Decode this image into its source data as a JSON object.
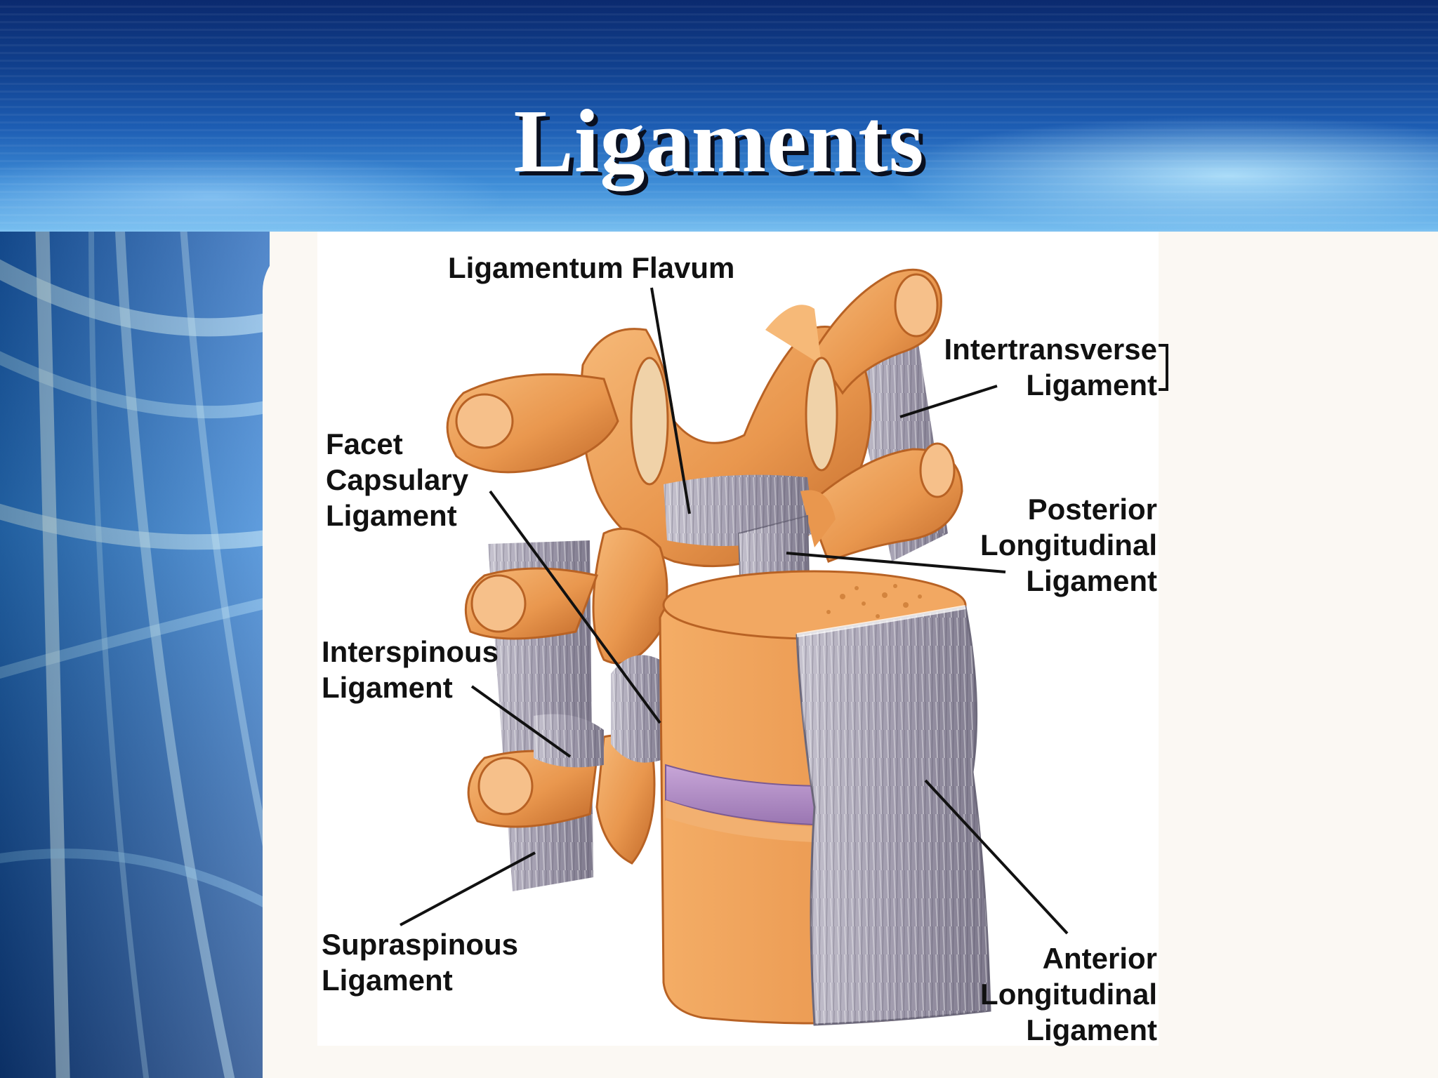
{
  "slide": {
    "title": "Ligaments"
  },
  "diagram": {
    "labels": {
      "ligamentum_flavum": "Ligamentum Flavum",
      "intertransverse": [
        "Intertransverse",
        "Ligament"
      ],
      "facet_capsulary": [
        "Facet",
        "Capsulary",
        "Ligament"
      ],
      "posterior_longitudinal": [
        "Posterior",
        "Longitudinal",
        "Ligament"
      ],
      "interspinous": [
        "Interspinous",
        "Ligament"
      ],
      "supraspinous": [
        "Supraspinous",
        "Ligament"
      ],
      "anterior_longitudinal": [
        "Anterior",
        "Longitudinal",
        "Ligament"
      ]
    }
  },
  "colors": {
    "bone": "#e9974e",
    "bone_shadow": "#c26a2a",
    "ligament": "#a8a4b4",
    "disc": "#b592c8",
    "header_blue": "#1d5db3"
  }
}
